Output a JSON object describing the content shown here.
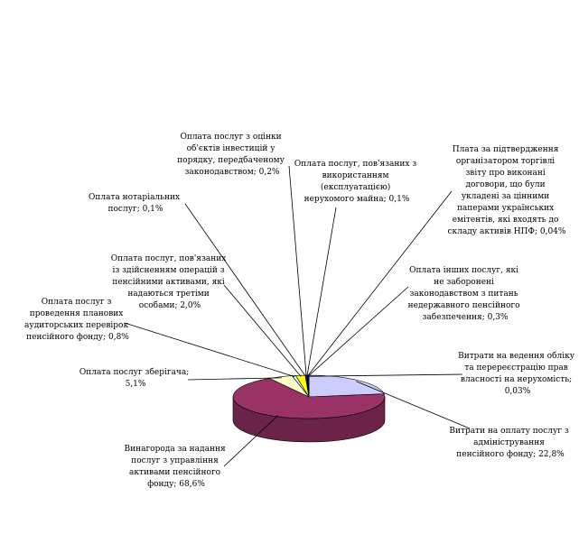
{
  "chart_data": {
    "type": "pie",
    "title": "",
    "slices": [
      {
        "label": "Витрати на оплату послуг з адміністрування пенсійного фонду; 22,8%",
        "value": 22.8,
        "color": "#ccccff",
        "side": "#8f8fc0"
      },
      {
        "label": "Винагорода за надання послуг з управління активами пенсійного фонду; 68,6%",
        "value": 68.6,
        "color": "#993366",
        "side": "#6b2447"
      },
      {
        "label": "Оплата послуг зберігача; 5,1%",
        "value": 5.1,
        "color": "#ffffcc",
        "side": "#b8b890"
      },
      {
        "label": "Оплата послуг з проведення планових аудиторських перевірок пенсійного фонду; 0,8%",
        "value": 0.8,
        "color": "#ccffff",
        "side": "#90b8b8"
      },
      {
        "label": "Оплата послуг, пов'язаних із здійсненням операцій з пенсійними активами, які надаються третіми особами; 2,0%",
        "value": 2.0,
        "color": "#ffff00",
        "side": "#b0b000"
      },
      {
        "label": "Оплата нотаріальних послуг; 0,1%",
        "value": 0.1,
        "color": "#000080",
        "side": "#00005a"
      },
      {
        "label": "Оплата послуг з оцінки об'єктів інвестицій у порядку, передбаченому законодавством; 0,2%",
        "value": 0.2,
        "color": "#ff00ff",
        "side": "#b000b0"
      },
      {
        "label": "Оплата послуг, пов'язаних з використанням (експлуатацією) нерухомого майна; 0,1%",
        "value": 0.1,
        "color": "#800000",
        "side": "#5a0000"
      },
      {
        "label": "Плата за підтвердження організатором торгівлі звіту про виконані договори, що були укладені за цінними паперами українських емітентів, які входять до складу активів НПФ; 0,04%",
        "value": 0.04,
        "color": "#008080",
        "side": "#005a5a"
      },
      {
        "label": "Оплата інших послуг, які не заборонені законодавством з питань недержавного пенсійного забезпечення; 0,3%",
        "value": 0.3,
        "color": "#0000ff",
        "side": "#0000b0"
      },
      {
        "label": "Витрати на ведення обліку та перереєстрацію прав власності на нерухомість; 0,03%",
        "value": 0.03,
        "color": "#00ccff",
        "side": "#0090b0"
      }
    ],
    "legend": "none"
  }
}
